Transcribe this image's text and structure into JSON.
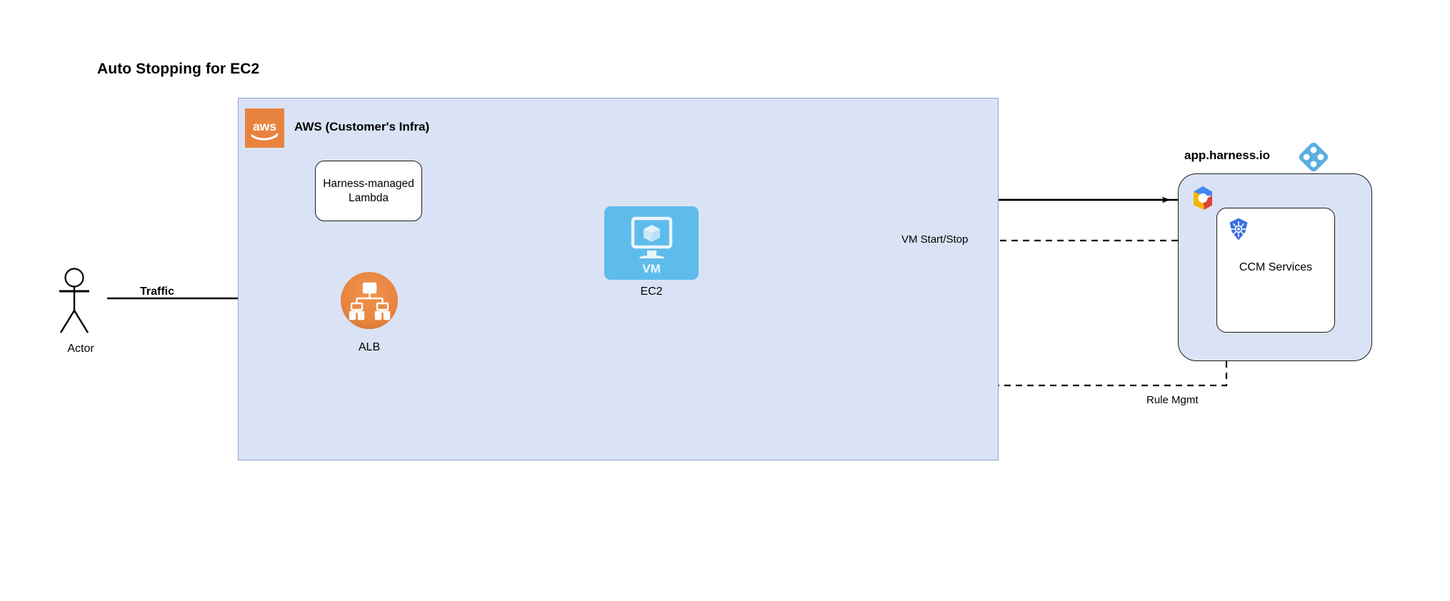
{
  "diagram": {
    "title": "Auto Stopping for EC2",
    "type": "architecture-diagram"
  },
  "aws": {
    "label": "AWS (Customer's Infra)",
    "logo_icon": "aws-logo-icon",
    "background_color": "#dae3f5",
    "border_color": "#8ea3cf",
    "logo_color": "#e8833f"
  },
  "nodes": {
    "actor": {
      "label": "Actor",
      "icon": "actor-stick-figure-icon"
    },
    "lambda": {
      "label": "Harness-managed Lambda",
      "line1": "Harness-managed",
      "line2": "Lambda"
    },
    "alb": {
      "label": "ALB",
      "icon": "load-balancer-icon",
      "color": "#e8843d"
    },
    "ec2": {
      "label": "EC2",
      "icon": "vm-monitor-icon",
      "icon_text": "VM",
      "color": "#5ebcec"
    },
    "harness": {
      "label": "app.harness.io",
      "logo_icon": "harness-diamond-logo-icon",
      "logo_color": "#5aaee0",
      "gcp_icon": "gcp-hexagon-logo-icon"
    },
    "ccm": {
      "label": "CCM Services",
      "k8s_icon": "kubernetes-logo-icon",
      "k8s_color": "#3b6fe0"
    }
  },
  "edges": {
    "traffic": {
      "label": "Traffic",
      "from": "actor",
      "to": "alb",
      "style": "solid",
      "bold_label": true
    },
    "alb_to_ec2": {
      "label": "",
      "from": "alb",
      "to": "ec2",
      "style": "solid"
    },
    "alb_to_lambda": {
      "label": "",
      "from": "alb",
      "to": "lambda",
      "style": "solid"
    },
    "harness_to_lambda": {
      "label": "",
      "from": "harness",
      "to": "lambda",
      "style": "solid",
      "bidirectional": true
    },
    "vm_start_stop": {
      "label": "VM Start/Stop",
      "from": "harness",
      "to": "ec2",
      "style": "dashed"
    },
    "rule_mgmt": {
      "label": "Rule Mgmt",
      "from": "harness",
      "to": "alb",
      "style": "dashed"
    }
  }
}
